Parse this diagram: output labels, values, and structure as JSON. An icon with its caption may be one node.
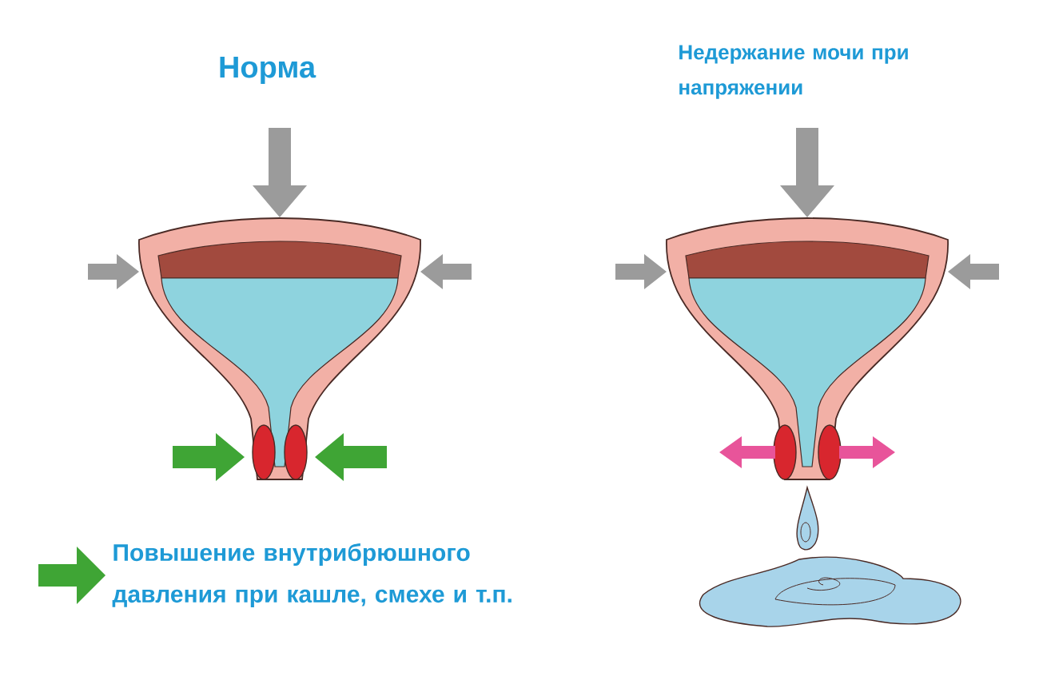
{
  "diagram": {
    "labels": [
      "Норма",
      "Недержание мочи при напряжении"
    ],
    "legend": [
      {
        "text": "Повышение внутрибрюшного давления при кашле, смехе и т.п."
      }
    ]
  }
}
